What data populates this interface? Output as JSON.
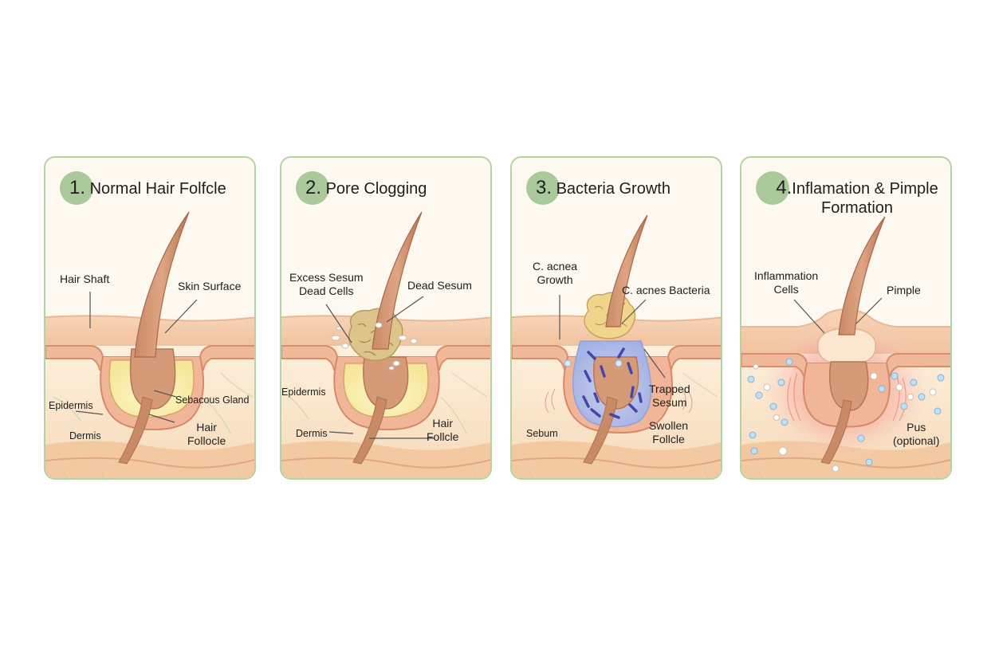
{
  "panels": [
    {
      "number": "1.",
      "title": "Normal Hair Folfcle",
      "labels": {
        "hair_shaft": "Hair Shaft",
        "skin_surface": "Skin Surface",
        "epidermis": "Epidermis",
        "sebaceous_gland": "Sebacous Gland",
        "dermis": "Dermis",
        "hair_follicle_1": "Hair",
        "hair_follicle_2": "Follocle"
      }
    },
    {
      "number": "2.",
      "title": "Pore Clogging",
      "labels": {
        "excess_sebum_1": "Excess Sesum",
        "excess_sebum_2": "Dead Cells",
        "dead_sebum": "Dead Sesum",
        "epidermis": "Epidermis",
        "dermis": "Dermis",
        "hair_follicle_1": "Hair",
        "hair_follicle_2": "Follcle"
      }
    },
    {
      "number": "3.",
      "title": "Bacteria Growth",
      "labels": {
        "c_acnea_1": "C. acnea",
        "c_acnea_2": "Growth",
        "c_acnes_bacteria": "C. acnes Bacteria",
        "trapped_sebum_1": "Trapped",
        "trapped_sebum_2": "Sesum",
        "sebum": "Sebum",
        "swollen_follicle_1": "Swollen",
        "swollen_follicle_2": "Follcle"
      }
    },
    {
      "number": "4.",
      "title_line1": "Inflamation & Pimple",
      "title_line2": "Formation",
      "labels": {
        "inflammation_cells_1": "Inflammation",
        "inflammation_cells_2": "Cells",
        "pimple": "Pimple",
        "pus_1": "Pus",
        "pus_2": "(optional)"
      }
    }
  ]
}
